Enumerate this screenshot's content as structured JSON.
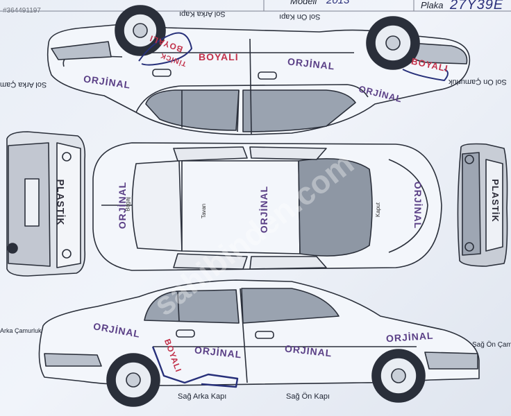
{
  "header": {
    "photo_id": "#364491197",
    "model_label": "Modeli",
    "model_value": "2013",
    "plate_label": "Plaka",
    "plate_value": "27Y39E"
  },
  "watermark": "sahibinden.com",
  "parts": {
    "top_left_door": "Sol Arka Kapı",
    "top_front_door": "Sol Ön Kapı",
    "left_rear_fender": "Sol Arka Çam",
    "left_front_fender": "Sol Ön Çamurluk",
    "roof": "Tavan",
    "trunk": "Bagaj",
    "hood": "Kaput",
    "right_rear_fender": "Arka Çamurluk",
    "right_front_fender": "Sağ Ön Çam",
    "right_rear_door": "Sağ Arka Kapı",
    "right_front_door": "Sağ Ön Kapı"
  },
  "marks": {
    "top_rear_fender": "ORJİNAL",
    "top_rear_door_handwritten": "BOYALI",
    "top_rear_door_sticker": "BOYALI",
    "top_rear_door_small": "TİNİCK",
    "top_front_door": "ORJİNAL",
    "top_front_fender": "BOYALI",
    "top_front_bumper": "ORJİNAL",
    "trunk_lid": "ORJİNAL",
    "roof": "ORJİNAL",
    "hood": "ORJİNAL",
    "rear_bumper": "PLASTİK",
    "front_bumper": "PLASTİK",
    "bottom_rear_fender": "ORJİNAL",
    "bottom_rear_door": "ORJİNAL",
    "bottom_front_door": "ORJİNAL",
    "bottom_front_fender": "ORJİNAL",
    "bottom_rear_door_paint": "BOYALI"
  },
  "colors": {
    "outline": "#2a2f3a",
    "stamp_purple": "#5a3f86",
    "stamp_red": "#c2314a",
    "pen_blue": "#27307a",
    "paper": "#eef2f8"
  }
}
